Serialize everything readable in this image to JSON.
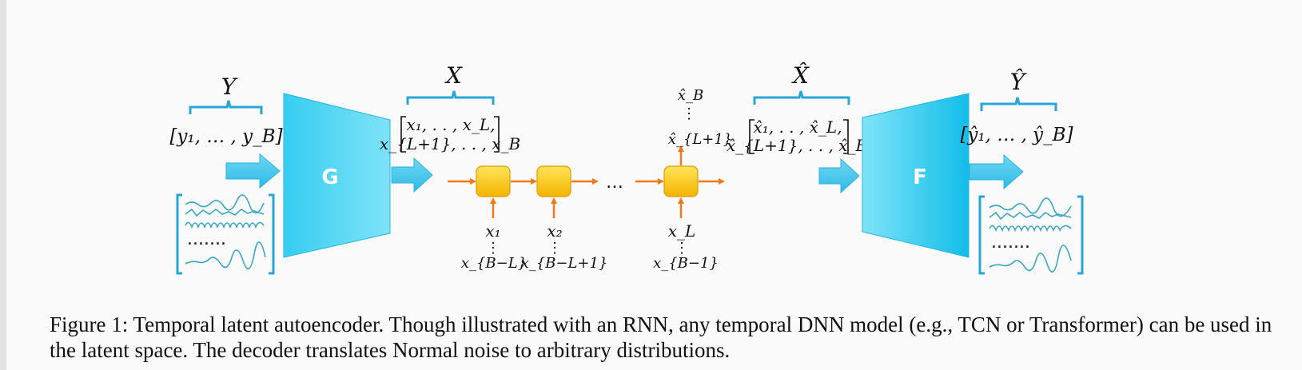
{
  "figure": {
    "encoder_label": "G",
    "decoder_label": "F",
    "y_label": "Y",
    "x_label": "X",
    "xhat_label": "X̂",
    "yhat_label": "Ŷ",
    "y_vector": "[y₁, … , y_B]",
    "x_matrix_row1": "x₁, . . , x_L,",
    "x_matrix_row2": "x_{L+1}, . . , x_B",
    "xhat_matrix_row1": "x̂₁, . . , x̂_L,",
    "xhat_matrix_row2": "x̂_{L+1}, . . , x̂_B",
    "yhat_vector": "[ŷ₁, … , ŷ_B]",
    "input_dots": ".......",
    "output_dots": ".......",
    "rnn_ellipsis": "…",
    "rnn_inputs": [
      {
        "top": "x₁",
        "bottom": "x_{B−L}"
      },
      {
        "top": "x₂",
        "bottom": "x_{B−L+1}"
      },
      {
        "top": "x_L",
        "bottom": "x_{B−1}"
      }
    ],
    "rnn_outputs": {
      "top": "x̂_B",
      "bottom": "x̂_{L+1}"
    },
    "colors": {
      "trapezoid": "#2ec5ea",
      "arrow_blue": "#3bc4ec",
      "brace_blue": "#2aa6d6",
      "rnn_cell": "#f7c600",
      "rnn_arrow": "#f07a1a",
      "wave": "#3ba5c8"
    }
  },
  "caption": "Figure 1: Temporal latent autoencoder. Though illustrated with an RNN, any temporal DNN model (e.g., TCN or Transformer) can be used in the latent space. The decoder translates Normal noise to arbitrary distributions."
}
